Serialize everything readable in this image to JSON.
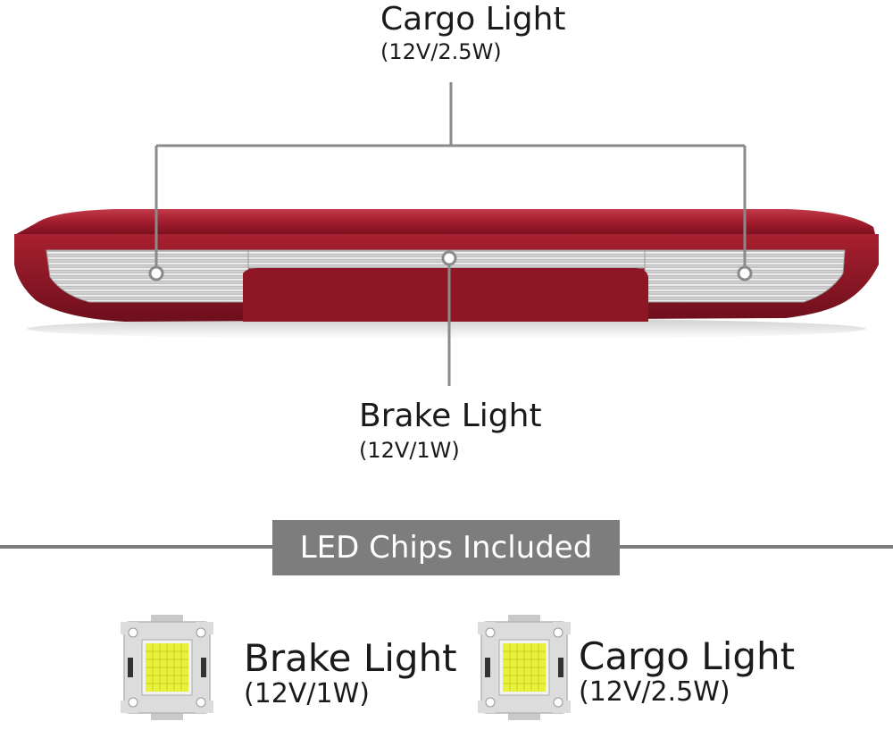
{
  "callouts": {
    "cargo_top": {
      "title": "Cargo Light",
      "spec": "(12V/2.5W)"
    },
    "brake_mid": {
      "title": "Brake Light",
      "spec": "(12V/1W)"
    }
  },
  "banner": {
    "label": "LED Chips Included"
  },
  "chips": [
    {
      "title": "Brake Light",
      "spec": "(12V/1W)"
    },
    {
      "title": "Cargo Light",
      "spec": "(12V/2.5W)"
    }
  ],
  "colors": {
    "housing": "#9e1b2c",
    "housing_dark": "#7a1220",
    "leader_line": "#8a8a8a",
    "banner": "#7d7d7d",
    "led_yellow": "#e8f03a"
  }
}
